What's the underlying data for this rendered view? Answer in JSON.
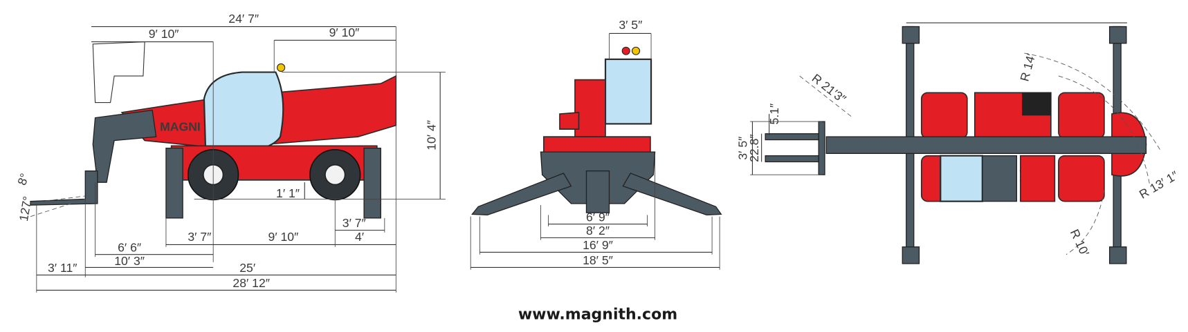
{
  "side_view": {
    "overall_boom_length": "24′ 7″",
    "front_overhang_top": "9′ 10″",
    "rear_overhang_top": "9′ 10″",
    "height": "10′ 4″",
    "ground_clearance": "1′ 1″",
    "fork_tilt_up": "8°",
    "fork_tilt_down": "127°",
    "front_stabilizer_to_axle": "3′ 7″",
    "wheelbase": "9′ 10″",
    "rear_stabilizer_to_axle": "3′ 7″",
    "rear_axle_to_end": "4′",
    "carriage_to_front_axle": "6′ 6″",
    "fork_heel_to_front_axle": "10′ 3″",
    "fork_length": "3′ 11″",
    "length_to_fork_face": "25′",
    "overall_length": "28′ 12″",
    "brand_logo": "MAGNI"
  },
  "front_view": {
    "cab_width": "3′ 5″",
    "track_width": "6′ 9″",
    "overall_width": "8′ 2″",
    "stabilizer_span_inner": "16′ 9″",
    "stabilizer_span_outer": "18′ 5″"
  },
  "top_view": {
    "fork_carriage_width": "3′ 5″",
    "fork_spread": "22.8″",
    "fork_width": "5.1″",
    "radius_forks": "R 21′3″",
    "radius_boom_head": "R 14′",
    "radius_rear": "R 13′ 1″",
    "radius_inner": "R 10′"
  },
  "footer": {
    "website": "www.magnith.com"
  },
  "colors": {
    "machine_red": "#e31e24",
    "machine_steel": "#4b5a63",
    "cab_glass": "#bfe3f5",
    "beacon_amber": "#f5c400"
  }
}
